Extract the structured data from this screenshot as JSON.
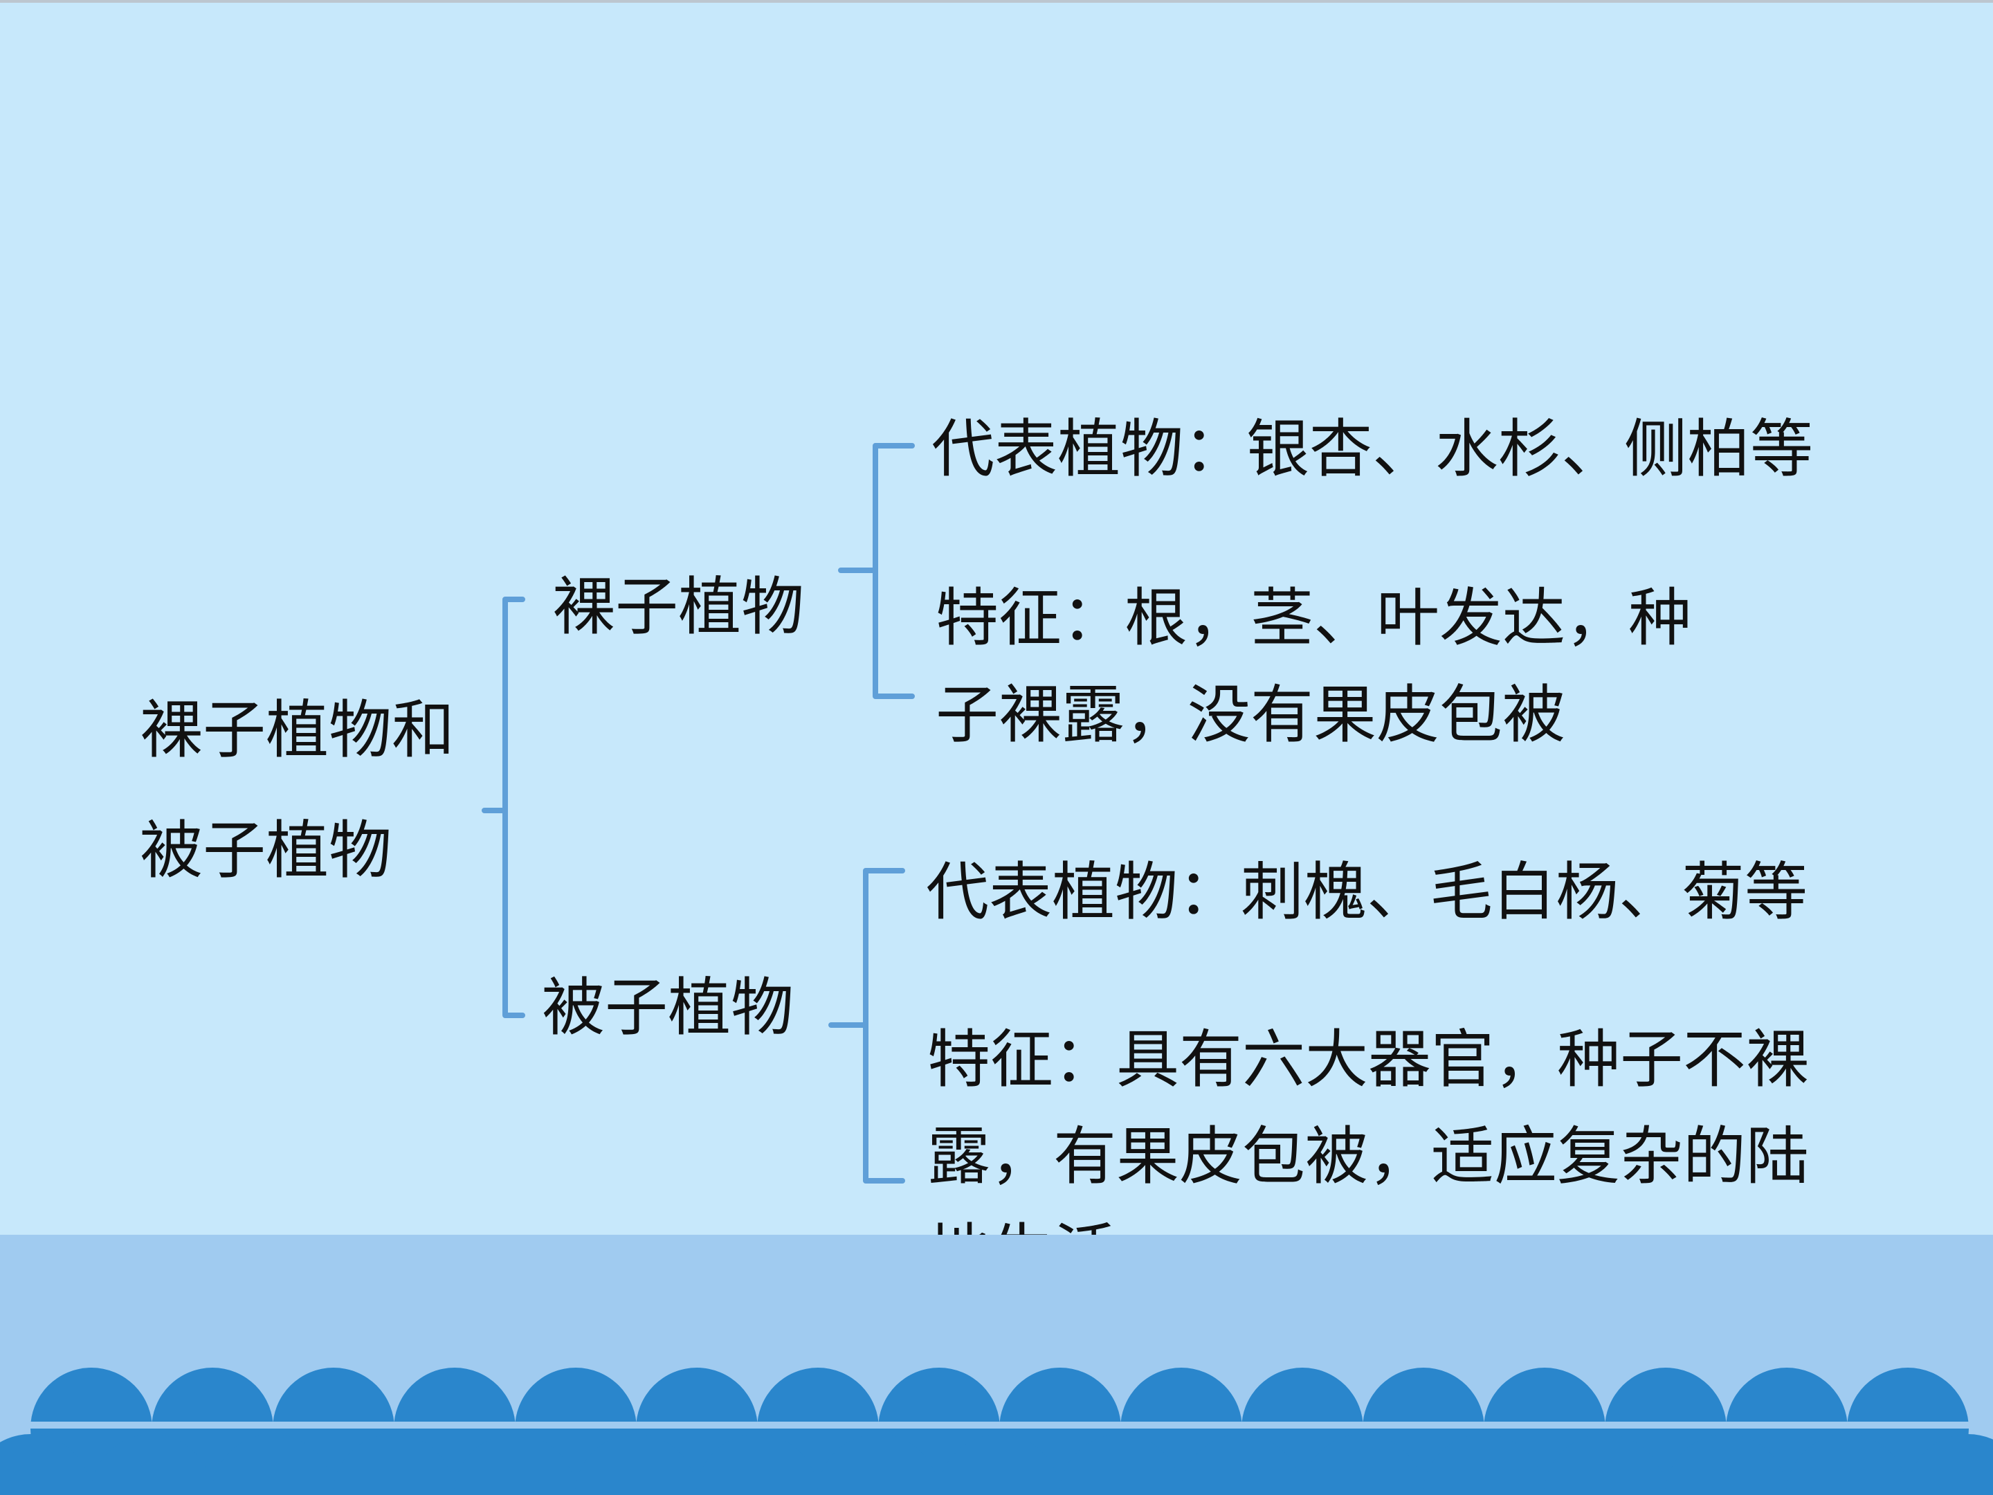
{
  "diagram": {
    "root": {
      "line1": "裸子植物和",
      "line2": "被子植物"
    },
    "branches": [
      {
        "label": "裸子植物",
        "leaves": [
          {
            "lines": [
              "代表植物：银杏、水杉、侧柏等"
            ]
          },
          {
            "lines": [
              "特征：根，茎、叶发达，种",
              "子裸露，没有果皮包被"
            ]
          }
        ]
      },
      {
        "label": "被子植物",
        "leaves": [
          {
            "lines": [
              "代表植物：刺槐、毛白杨、菊等"
            ]
          },
          {
            "lines": [
              "特征：具有六大器官，种子不裸",
              "露，有果皮包被，适应复杂的陆",
              "地生活"
            ]
          }
        ]
      }
    ]
  },
  "colors": {
    "background": "#c7e8fb",
    "bracket": "#5f9fd8",
    "footer_band": "#a0cbf0",
    "wave_dark": "#2a86cc",
    "text": "#111111"
  }
}
